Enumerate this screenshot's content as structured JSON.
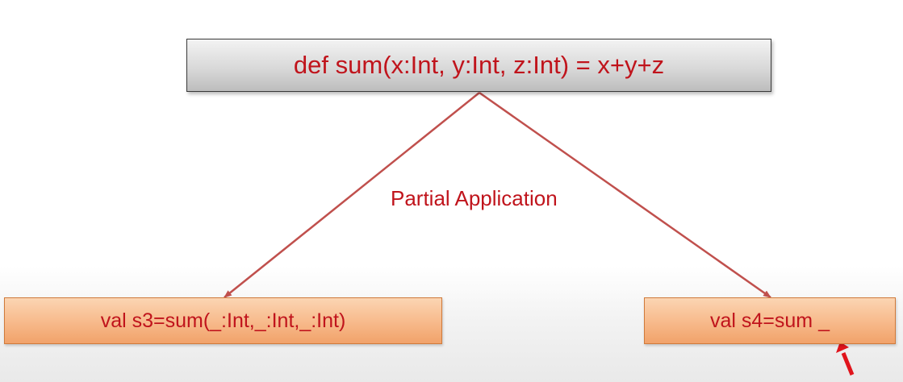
{
  "diagram": {
    "top_box": {
      "text": "def sum(x:Int, y:Int, z:Int) = x+y+z"
    },
    "center_label": "Partial Application",
    "left_box": {
      "text": "val s3=sum(_:Int,_:Int,_:Int)"
    },
    "right_box": {
      "text": "val s4=sum _"
    }
  },
  "colors": {
    "text": "#c0141c",
    "connector": "#c0504d",
    "pointer_arrow": "#e0141c",
    "top_box_border": "#3a3a3a",
    "orange_box_border": "#d07a3a"
  }
}
